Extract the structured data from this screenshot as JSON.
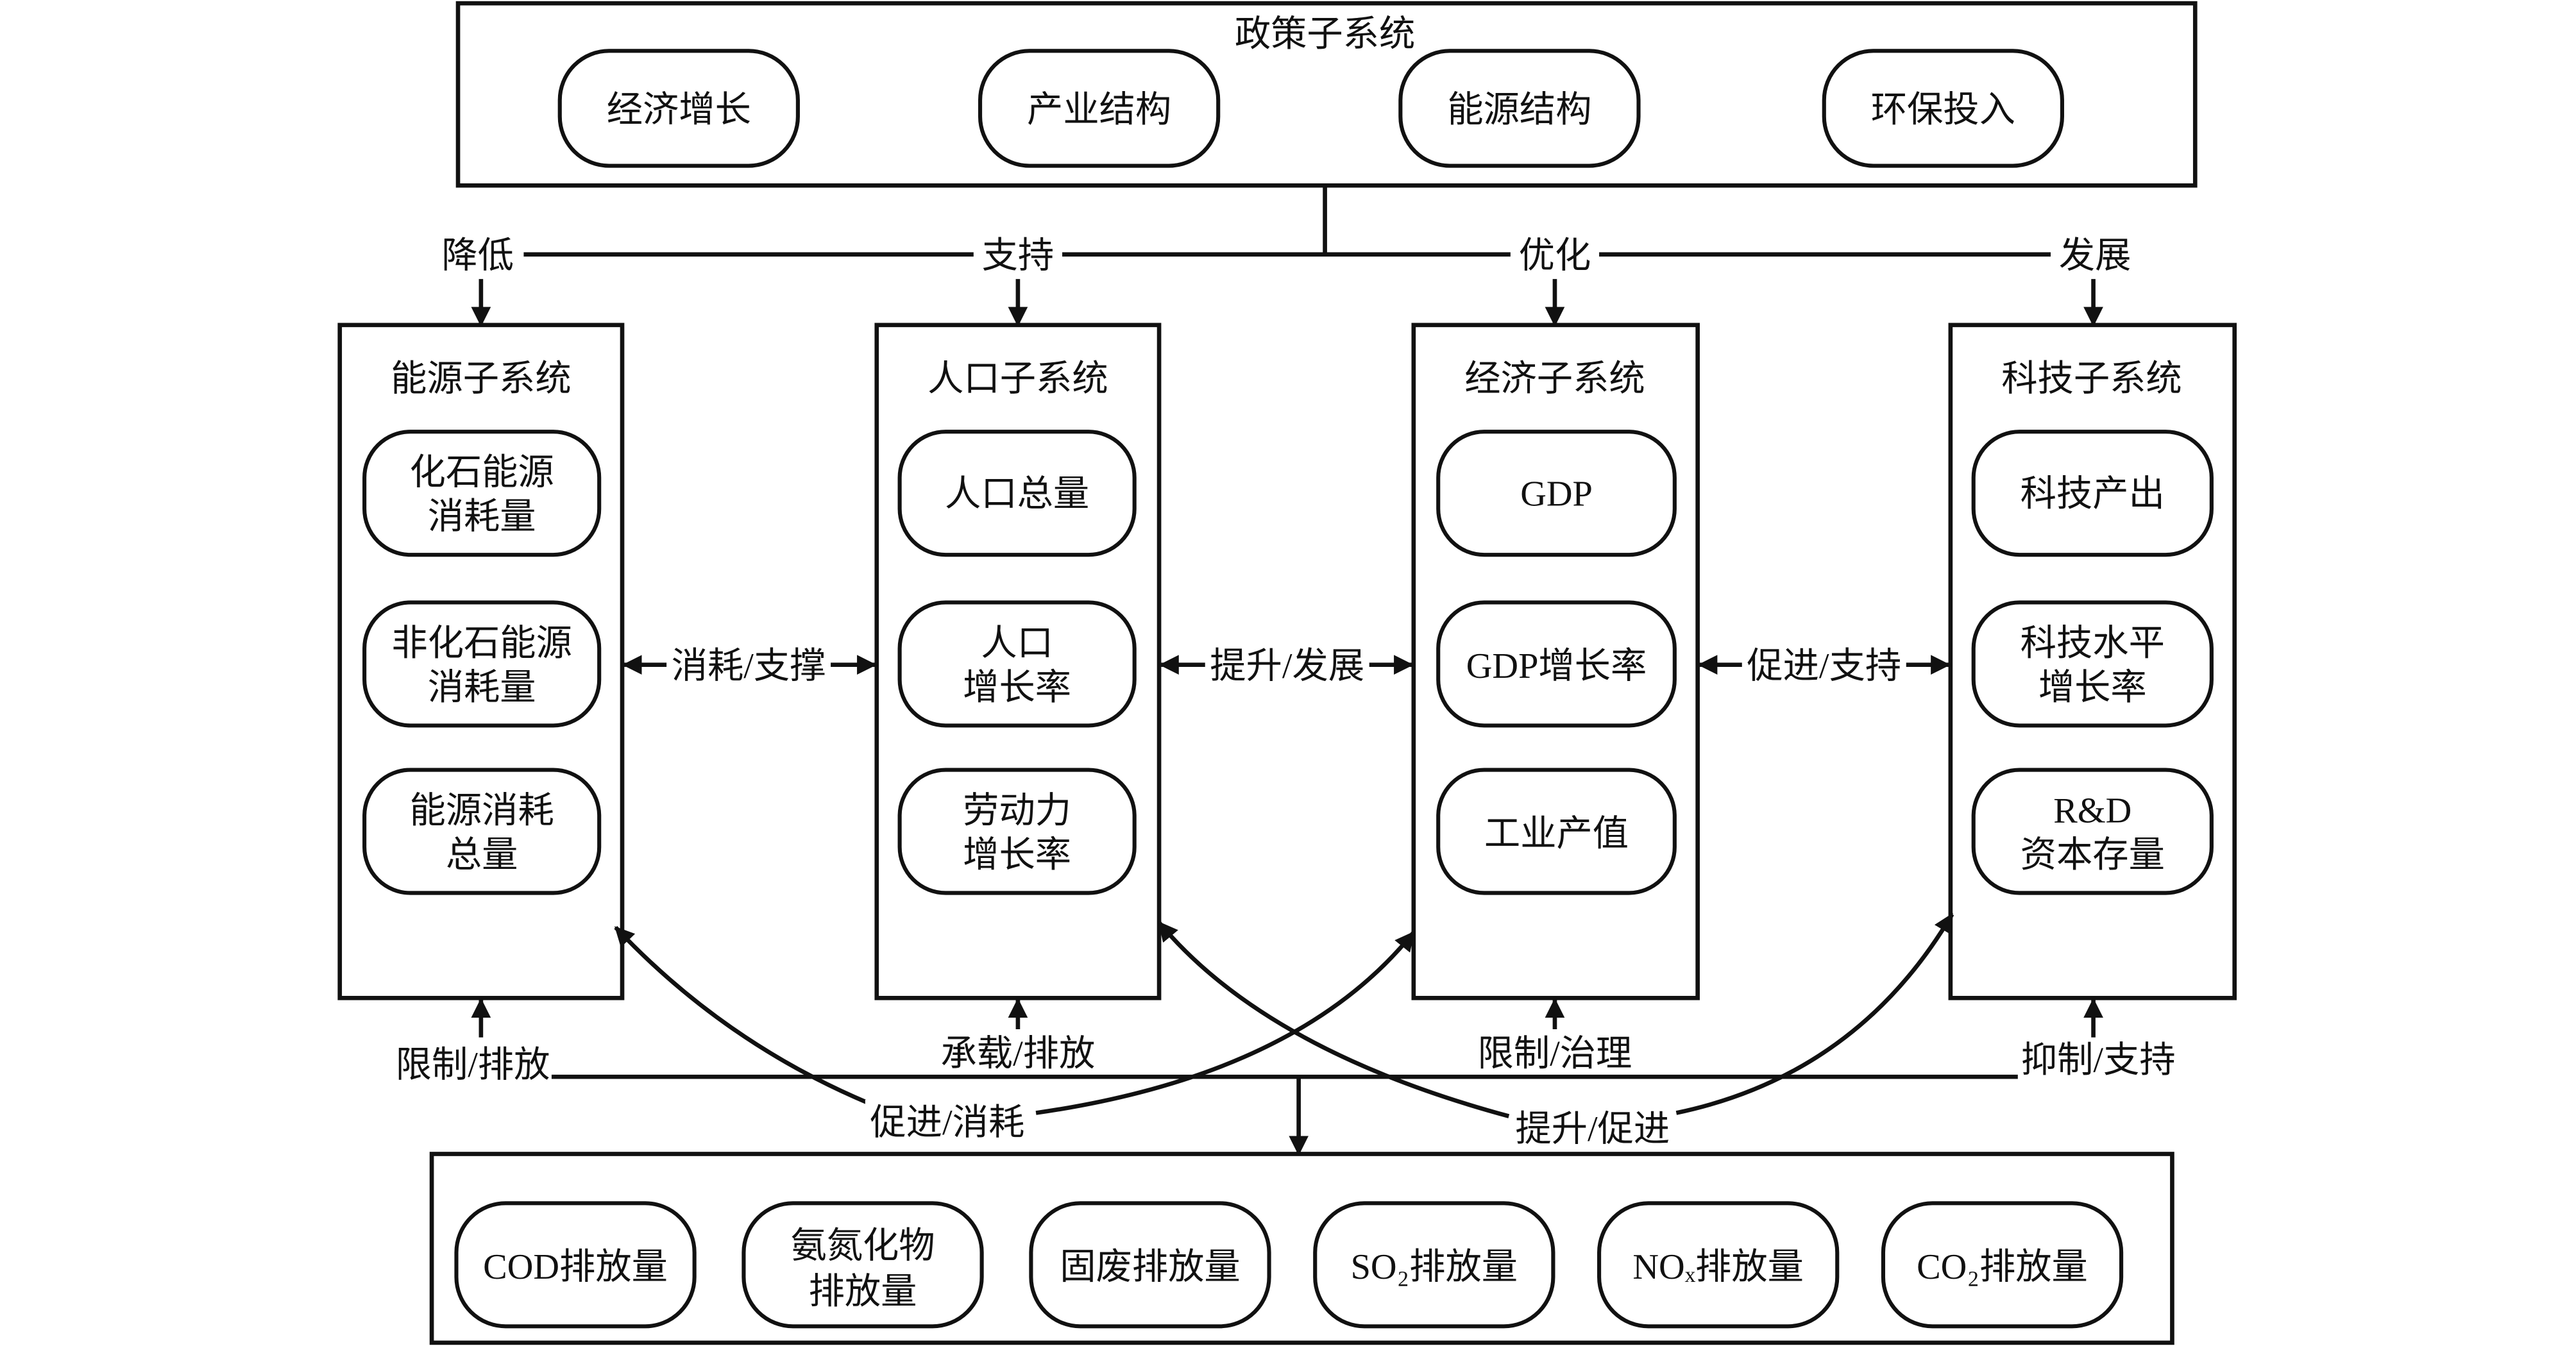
{
  "policy": {
    "title": "政策子系统",
    "items": [
      "经济增长",
      "产业结构",
      "能源结构",
      "环保投入"
    ]
  },
  "policy_links": [
    "降低",
    "支持",
    "优化",
    "发展"
  ],
  "subsystems": [
    {
      "title": "能源子系统",
      "items": [
        [
          "化石能源",
          "消耗量"
        ],
        [
          "非化石能源",
          "消耗量"
        ],
        [
          "能源消耗",
          "总量"
        ]
      ]
    },
    {
      "title": "人口子系统",
      "items": [
        [
          "人口总量"
        ],
        [
          "人口",
          "增长率"
        ],
        [
          "劳动力",
          "增长率"
        ]
      ]
    },
    {
      "title": "经济子系统",
      "items": [
        [
          "GDP"
        ],
        [
          "GDP增长率"
        ],
        [
          "工业产值"
        ]
      ]
    },
    {
      "title": "科技子系统",
      "items": [
        [
          "科技产出"
        ],
        [
          "科技水平",
          "增长率"
        ],
        [
          "R&D",
          "资本存量"
        ]
      ]
    }
  ],
  "between_links": [
    "消耗/支撑",
    "提升/发展",
    "促进/支持"
  ],
  "feedback_links": [
    "限制/排放",
    "承载/排放",
    "限制/治理",
    "抑制/支持"
  ],
  "cross_links": [
    "促进/消耗",
    "提升/促进"
  ],
  "emissions": [
    [
      "COD排放量"
    ],
    [
      "氨氮化物",
      "排放量"
    ],
    [
      "固废排放量"
    ],
    [
      "SO₂排放量"
    ],
    [
      "NOₓ排放量"
    ],
    [
      "CO₂排放量"
    ]
  ]
}
